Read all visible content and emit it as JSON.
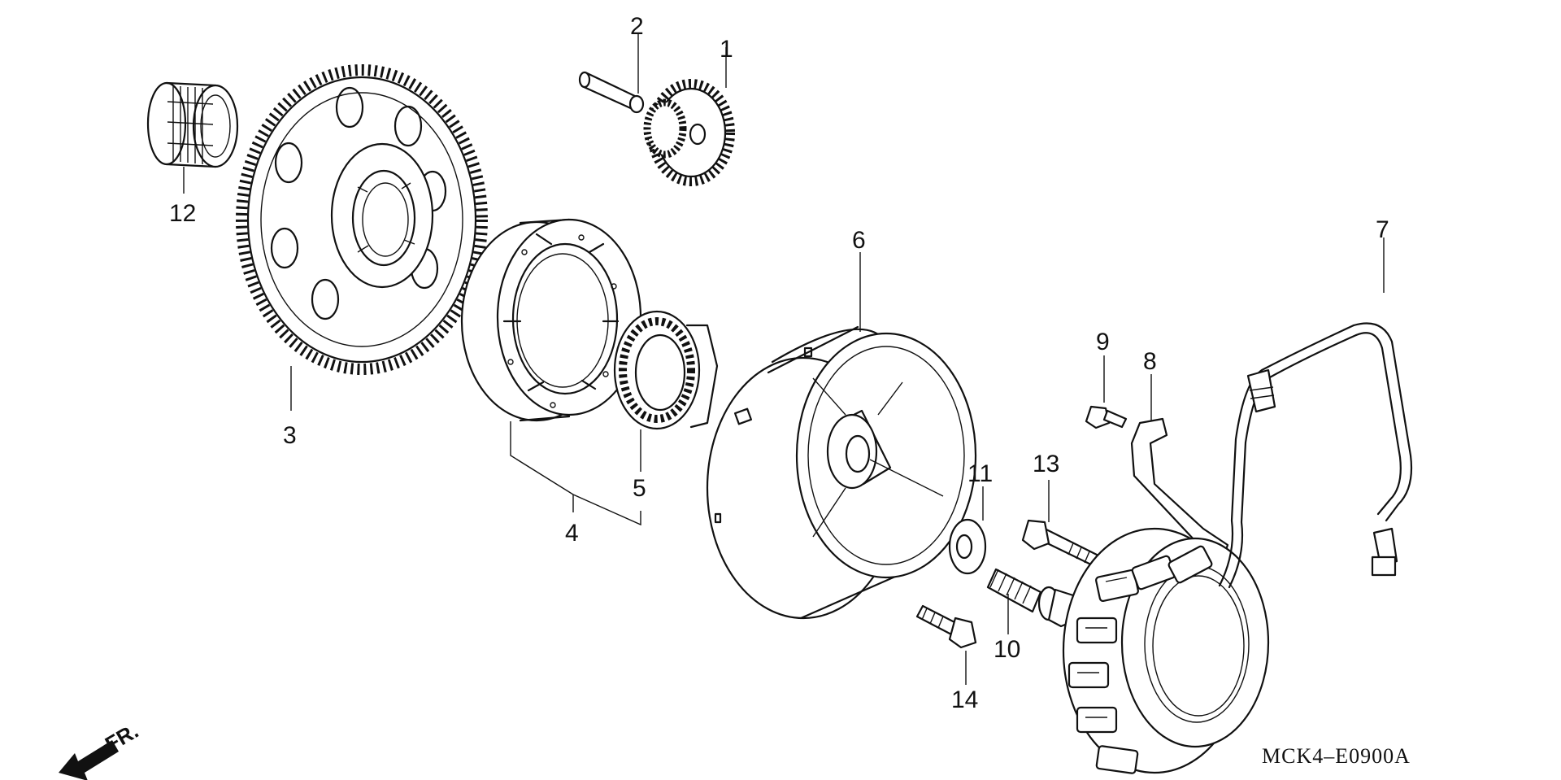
{
  "diagram": {
    "drawing_code": "MCK4–E0900A",
    "direction_label": "FR.",
    "part_callouts": [
      "1",
      "2",
      "3",
      "4",
      "5",
      "6",
      "7",
      "8",
      "9",
      "10",
      "11",
      "12",
      "13",
      "14"
    ]
  }
}
